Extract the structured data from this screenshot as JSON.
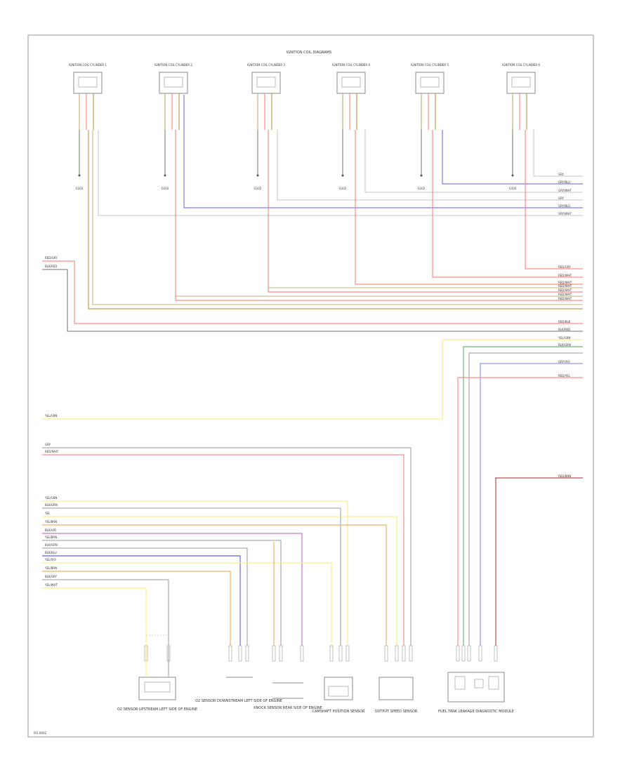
{
  "title": "IGNITION COIL DIAGRAMS",
  "footer_code": "FIG 0002",
  "colors": {
    "red": "#ff8a8a",
    "blue": "#7a7aff",
    "yellow": "#f6f08a",
    "olive": "#b9a24c",
    "brown": "#c8b27a",
    "gray": "#bdbdbd",
    "dark": "#707070",
    "green": "#6fb86f",
    "orange": "#f6b060",
    "violet": "#c47ac4",
    "darkred": "#c84b4b"
  },
  "coils": [
    {
      "name": "IGNITION COIL CYLINDER 1",
      "ground": "G102"
    },
    {
      "name": "IGNITION COIL CYLINDER 2",
      "ground": "G102"
    },
    {
      "name": "IGNITION COIL CYLINDER 3",
      "ground": "G102"
    },
    {
      "name": "IGNITION COIL CYLINDER 4",
      "ground": "G102"
    },
    {
      "name": "IGNITION COIL CYLINDER 5",
      "ground": "G102"
    },
    {
      "name": "IGNITION COIL CYLINDER 6",
      "ground": "G102"
    }
  ],
  "right_labels": [
    "GRY",
    "GRY/BLU",
    "GRY/WHT",
    "GRY",
    "GRY/BLU",
    "GRY/WHT",
    "RED/GRY",
    "RED/WHT",
    "RED/WHT",
    "RED/WHT",
    "RED/WHT",
    "RED/WHT",
    "RED/WHT",
    "RED/BLK",
    "BLK/RED",
    "YEL/GRN",
    "BLK/GRN",
    "GRY/VIO",
    "RED/YEL",
    "RED/BRN"
  ],
  "left_labels": [
    "RED/GRY",
    "BLK/RED",
    "YEL/GRN",
    "GRY",
    "RED/WHT",
    "YEL/GRN",
    "BLK/GRN",
    "YEL",
    "YEL/BRN",
    "BLK/VIO",
    "YEL/BRN",
    "BLK/GRN",
    "BLK/BLU",
    "YEL/VIO",
    "YEL/BRN",
    "BLK/GRY",
    "YEL/WHT"
  ],
  "sensors": [
    {
      "name": "O2 SENSOR UPSTREAM LEFT SIDE OF ENGINE"
    },
    {
      "name": "O2 SENSOR DOWNSTREAM LEFT SIDE OF ENGINE"
    },
    {
      "name": "KNOCK SENSOR REAR SIDE OF ENGINE"
    },
    {
      "name": "CAMSHAFT POSITION SENSOR"
    },
    {
      "name": "OUTPUT SPEED SENSOR"
    },
    {
      "name": "FUEL TANK LEAKAGE DIAGNOSTIC MODULE"
    }
  ]
}
